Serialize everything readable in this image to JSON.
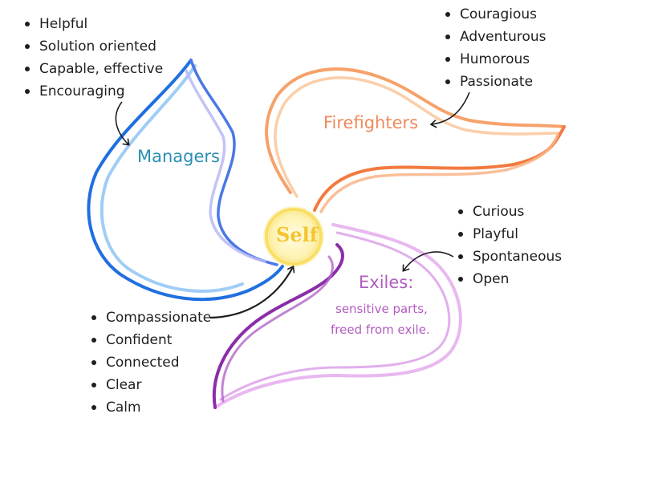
{
  "parts": {
    "managers": {
      "label": "Managers",
      "traits": [
        "Helpful",
        "Solution oriented",
        "Capable, effective",
        "Encouraging"
      ],
      "color": "#1f6fe0"
    },
    "firefighters": {
      "label": "Firefighters",
      "traits": [
        "Couragious",
        "Adventurous",
        "Humorous",
        "Passionate"
      ],
      "color": "#f27a3f"
    },
    "exiles": {
      "label": "Exiles:",
      "description_line1": "sensitive parts,",
      "description_line2": "freed from exile.",
      "traits": [
        "Curious",
        "Playful",
        "Spontaneous",
        "Open"
      ],
      "color": "#9b3bb0"
    },
    "self": {
      "label": "Self",
      "traits": [
        "Compassionate",
        "Confident",
        "Connected",
        "Clear",
        "Calm"
      ],
      "color": "#f7d94c"
    }
  }
}
